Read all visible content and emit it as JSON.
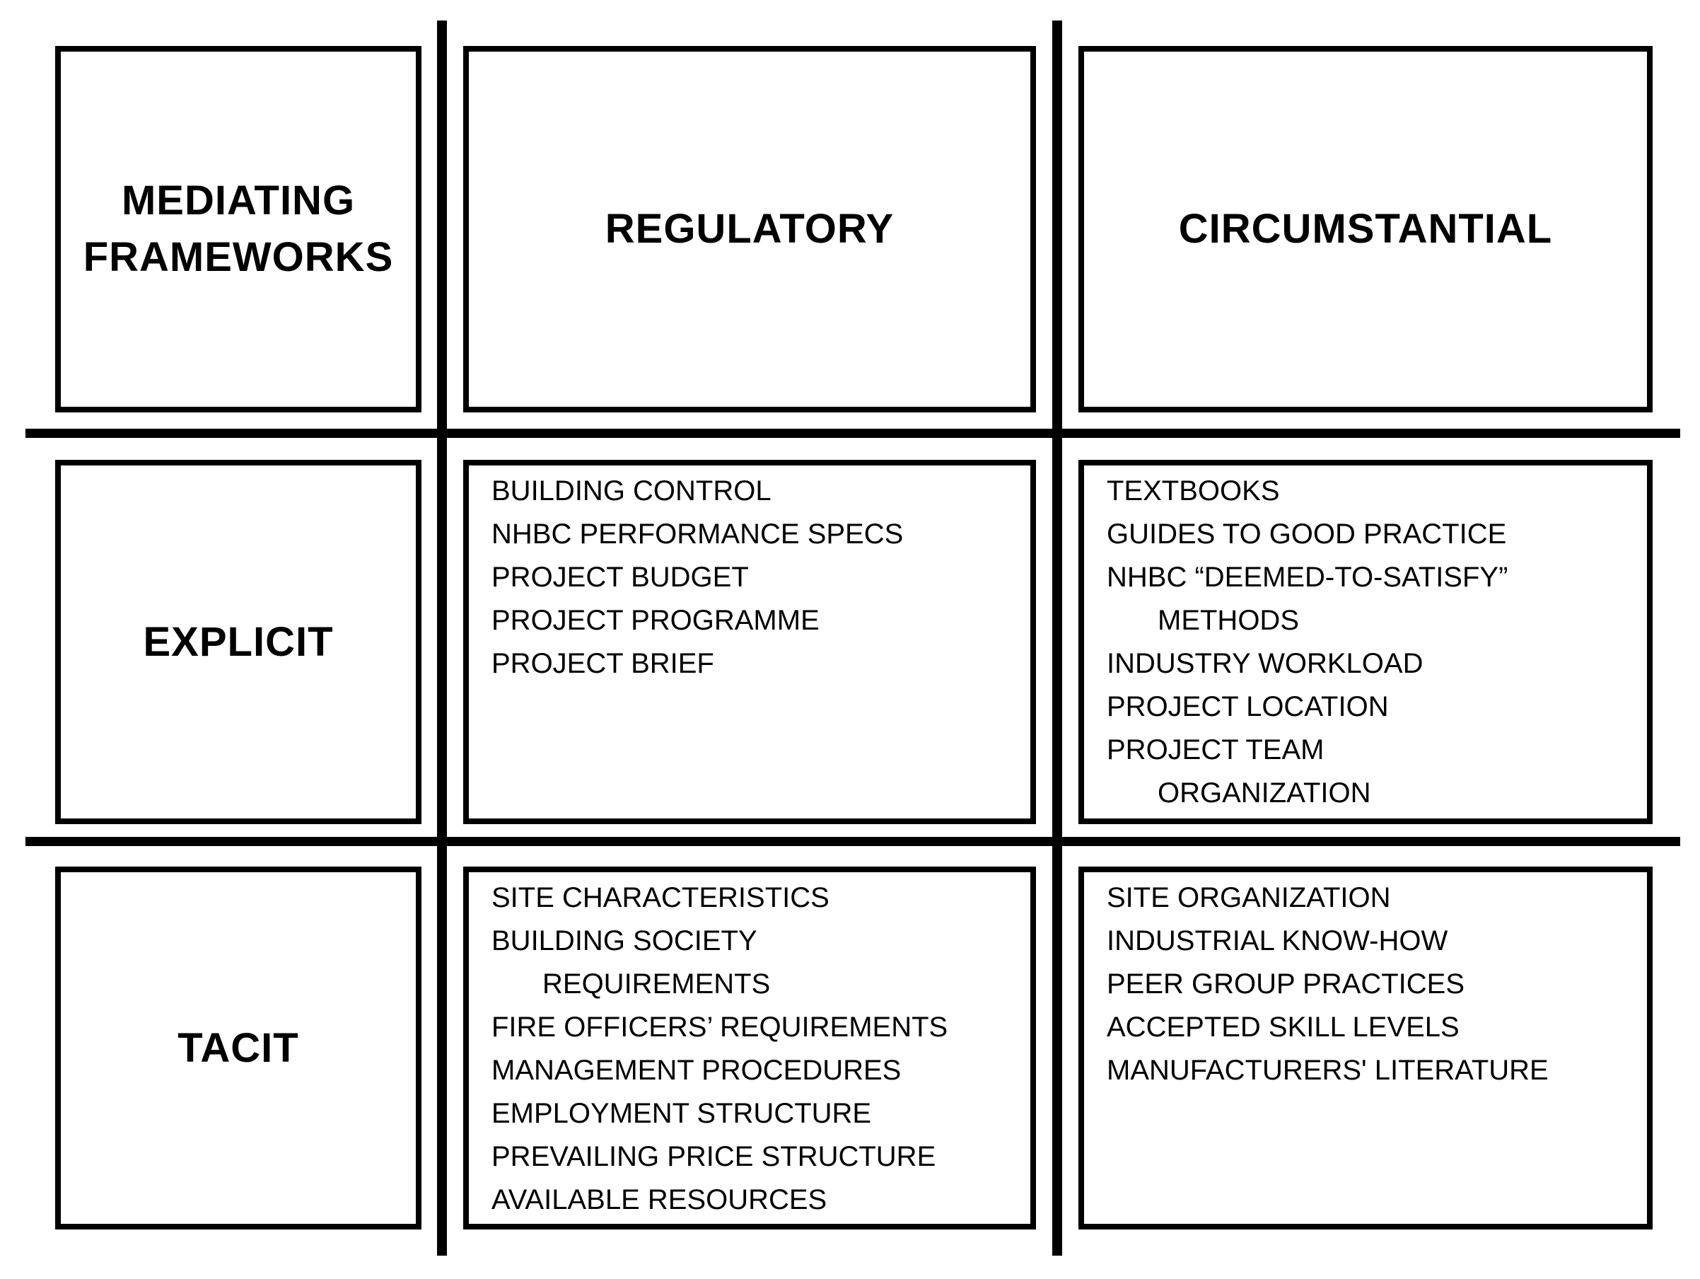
{
  "figure": {
    "corner": "MEDIATING FRAMEWORKS",
    "columns": [
      "REGULATORY",
      "CIRCUMSTANTIAL"
    ],
    "rows": [
      "EXPLICIT",
      "TACIT"
    ],
    "cells": {
      "explicit_regulatory": [
        {
          "text": "BUILDING CONTROL",
          "indent": false
        },
        {
          "text": "NHBC PERFORMANCE SPECS",
          "indent": false
        },
        {
          "text": "PROJECT BUDGET",
          "indent": false
        },
        {
          "text": "PROJECT PROGRAMME",
          "indent": false
        },
        {
          "text": "PROJECT BRIEF",
          "indent": false
        }
      ],
      "explicit_circumstantial": [
        {
          "text": "TEXTBOOKS",
          "indent": false
        },
        {
          "text": "GUIDES TO GOOD PRACTICE",
          "indent": false
        },
        {
          "text": "NHBC “DEEMED-TO-SATISFY”",
          "indent": false
        },
        {
          "text": "METHODS",
          "indent": true
        },
        {
          "text": "INDUSTRY WORKLOAD",
          "indent": false
        },
        {
          "text": "PROJECT LOCATION",
          "indent": false
        },
        {
          "text": "PROJECT TEAM",
          "indent": false
        },
        {
          "text": "ORGANIZATION",
          "indent": true
        }
      ],
      "tacit_regulatory": [
        {
          "text": "SITE CHARACTERISTICS",
          "indent": false
        },
        {
          "text": "BUILDING SOCIETY",
          "indent": false
        },
        {
          "text": "REQUIREMENTS",
          "indent": true
        },
        {
          "text": "FIRE OFFICERS’ REQUIREMENTS",
          "indent": false
        },
        {
          "text": "MANAGEMENT PROCEDURES",
          "indent": false
        },
        {
          "text": "EMPLOYMENT STRUCTURE",
          "indent": false
        },
        {
          "text": "PREVAILING PRICE STRUCTURE",
          "indent": false
        },
        {
          "text": "AVAILABLE RESOURCES",
          "indent": false
        }
      ],
      "tacit_circumstantial": [
        {
          "text": "SITE ORGANIZATION",
          "indent": false
        },
        {
          "text": "INDUSTRIAL KNOW-HOW",
          "indent": false
        },
        {
          "text": "PEER GROUP PRACTICES",
          "indent": false
        },
        {
          "text": "ACCEPTED SKILL LEVELS",
          "indent": false
        },
        {
          "text": "MANUFACTURERS' LITERATURE",
          "indent": false
        }
      ]
    }
  },
  "colors": {
    "background": "#ffffff",
    "line": "#000000",
    "text": "#000000"
  }
}
